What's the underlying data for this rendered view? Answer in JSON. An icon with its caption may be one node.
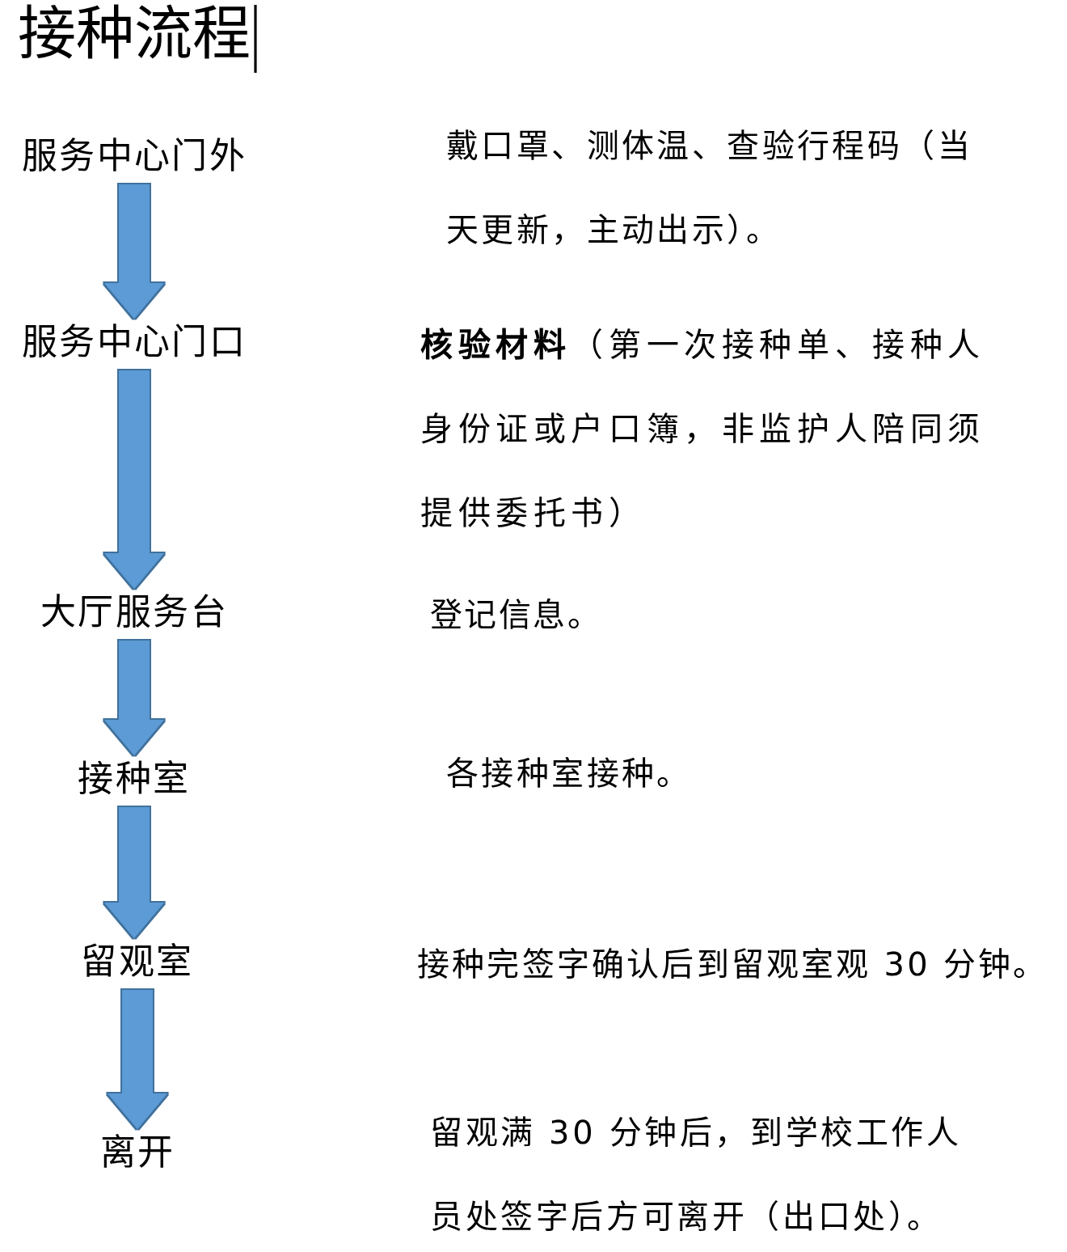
{
  "diagram": {
    "title": "接种流程",
    "nodes": [
      {
        "text": [
          "服务中心门外"
        ]
      },
      {
        "text": [
          "服务中心门口"
        ]
      },
      {
        "text": [
          "大厅服务台"
        ]
      },
      {
        "text": [
          "接种室"
        ]
      },
      {
        "text": [
          "留观室"
        ]
      },
      {
        "text": [
          "离开"
        ]
      }
    ],
    "edges": [
      {
        "from": 0,
        "to": 1,
        "arrow": "to"
      },
      {
        "from": 1,
        "to": 2,
        "arrow": "to"
      },
      {
        "from": 2,
        "to": 3,
        "arrow": "to"
      },
      {
        "from": 3,
        "to": 4,
        "arrow": "to"
      },
      {
        "from": 4,
        "to": 5,
        "arrow": "to"
      }
    ],
    "labels": [
      "戴口罩、测体温、查验行程码（当天更新，主动出示）。",
      "**核验材料**（第一次接种单、接种人身份证或户口簿，非监护人陪同须提供委托书）",
      "登记信息。",
      "各接种室接种。",
      "接种完签字确认后到留观室观 30 分钟。",
      "留观满 30 分钟后，到学校工作人员处签字后方可离开（出口处）。"
    ]
  }
}
